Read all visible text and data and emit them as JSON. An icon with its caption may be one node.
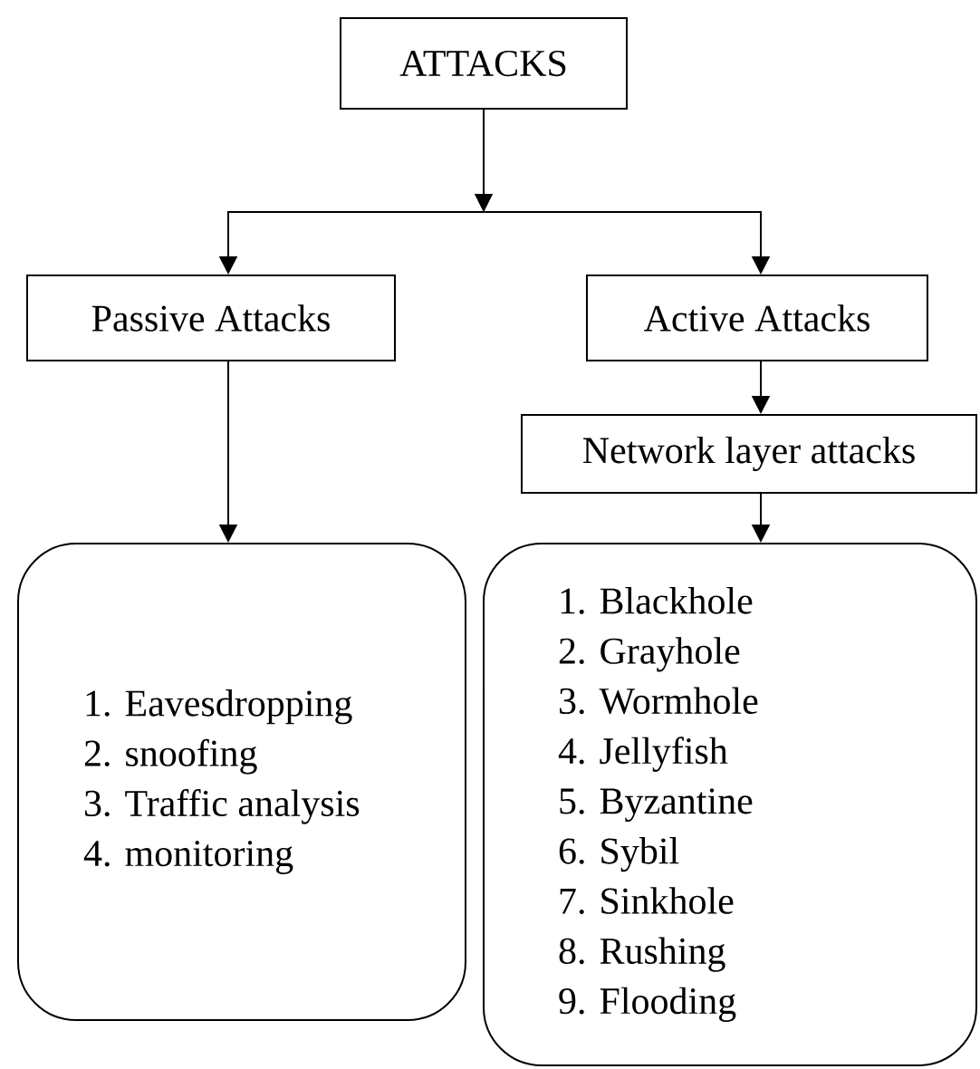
{
  "diagram": {
    "nodes": [
      {
        "text": [
          "ATTACKS"
        ]
      },
      {
        "text": [
          "Passive Attacks"
        ]
      },
      {
        "text": [
          "Active Attacks"
        ]
      },
      {
        "text": [
          "Network layer attacks"
        ]
      },
      {
        "text": [
          "1. Eavesdropping",
          "2. snoofing",
          "3. Traffic analysis",
          "4. monitoring"
        ]
      },
      {
        "text": [
          "1. Blackhole",
          "2. Grayhole",
          "3. Wormhole",
          "4. Jellyfish",
          "5. Byzantine",
          "6. Sybil",
          "7. Sinkhole",
          "8. Rushing",
          "9. Flooding"
        ]
      }
    ],
    "edges": [
      {
        "from": 0,
        "to": 1,
        "arrow": "to"
      },
      {
        "from": 0,
        "to": 2,
        "arrow": "to"
      },
      {
        "from": 1,
        "to": 4,
        "arrow": "to"
      },
      {
        "from": 2,
        "to": 3,
        "arrow": "to"
      },
      {
        "from": 3,
        "to": 5,
        "arrow": "to"
      }
    ]
  }
}
